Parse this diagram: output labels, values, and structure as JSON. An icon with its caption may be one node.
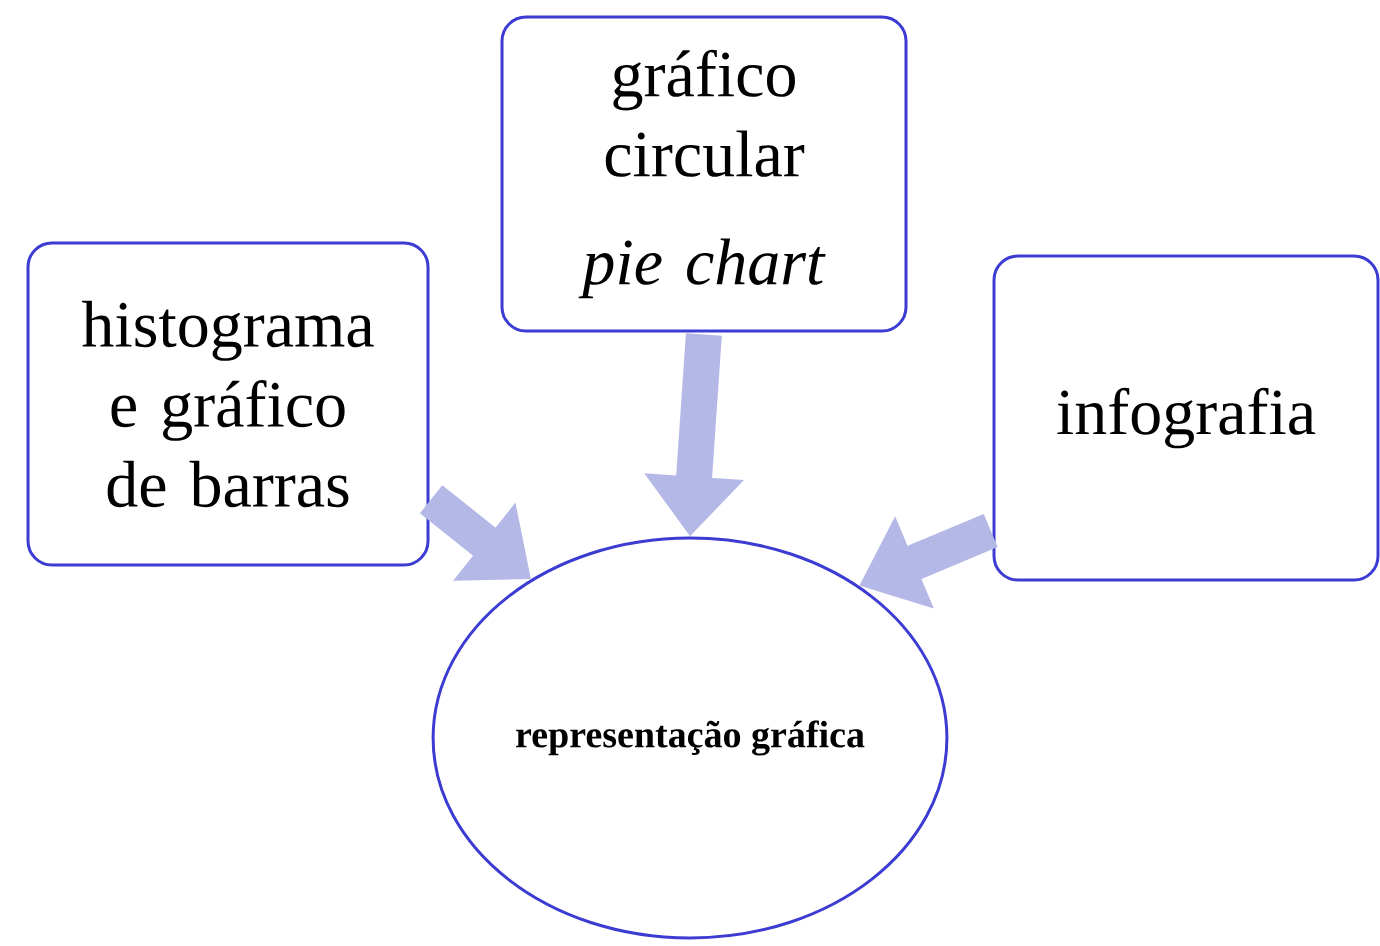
{
  "diagram": {
    "nodes": [
      {
        "text": [
          "gráfico circular",
          "*pie chart*"
        ]
      },
      {
        "text": [
          "histograma e gráfico de barras"
        ]
      },
      {
        "text": [
          "infografia"
        ]
      },
      {
        "text": [
          "**representação gráfica**"
        ]
      }
    ],
    "edges": [
      {
        "from": 1,
        "to": 3,
        "arrow": "to"
      },
      {
        "from": 0,
        "to": 3,
        "arrow": "to"
      },
      {
        "from": 2,
        "to": 3,
        "arrow": "to"
      }
    ]
  }
}
